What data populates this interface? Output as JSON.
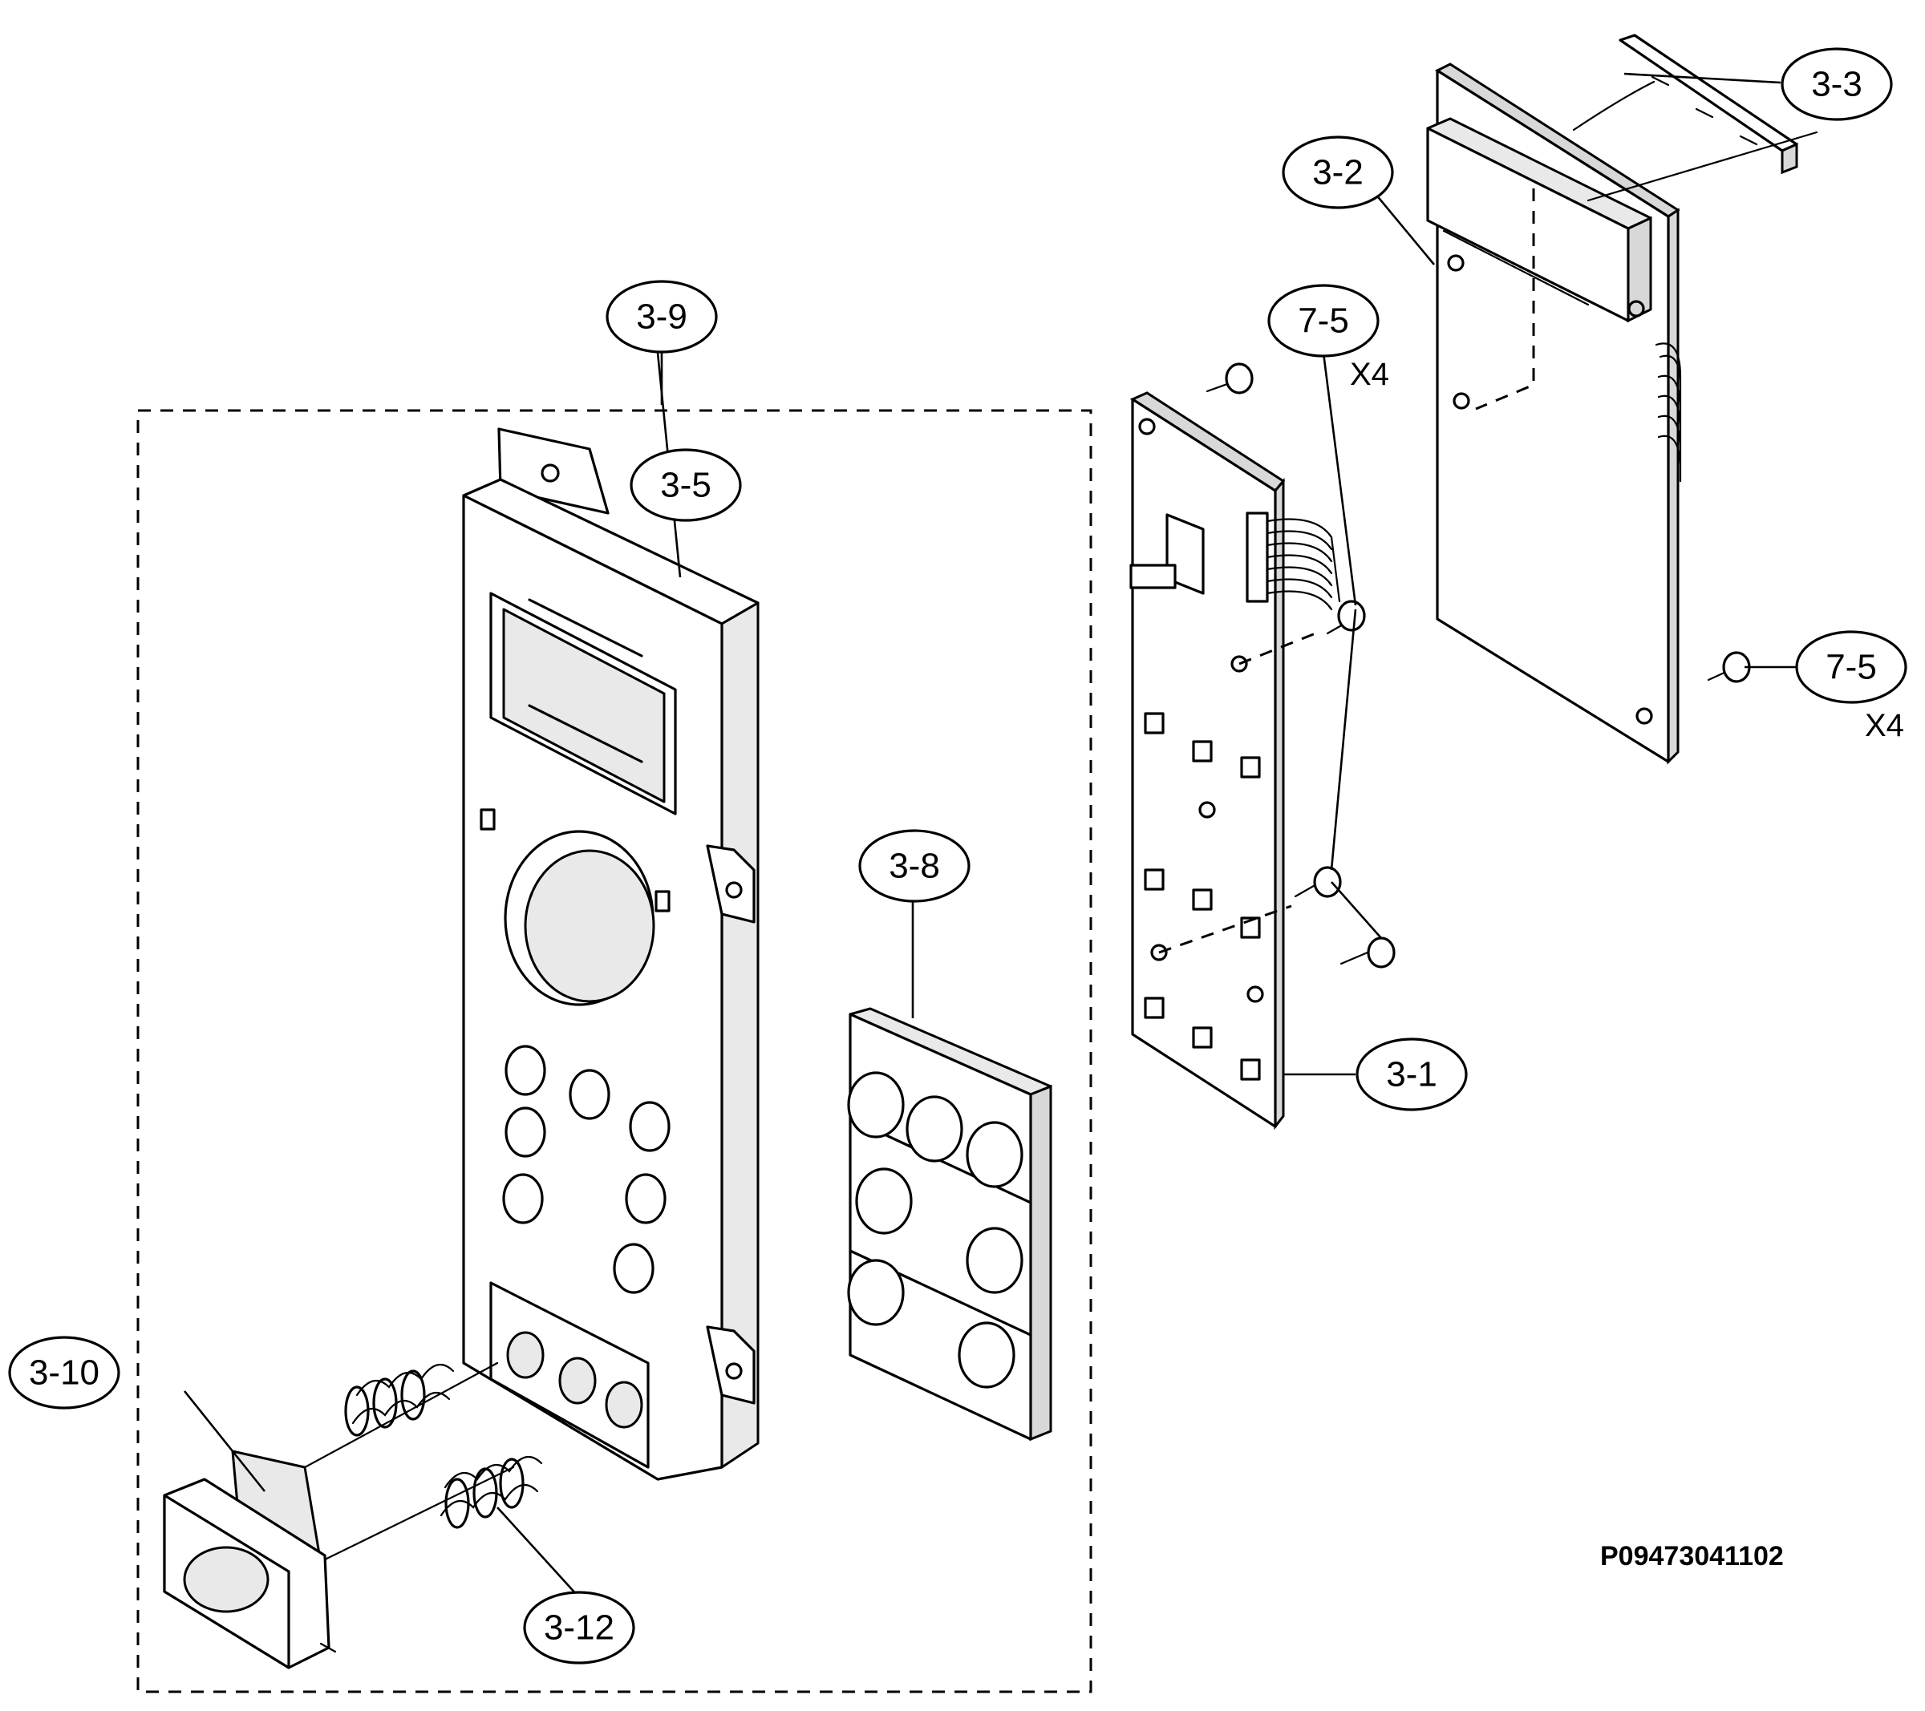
{
  "callouts": {
    "c3_1": "3-1",
    "c3_2": "3-2",
    "c3_3": "3-3",
    "c3_5": "3-5",
    "c3_8": "3-8",
    "c3_9": "3-9",
    "c3_10": "3-10",
    "c3_12": "3-12",
    "c7_5a": "7-5",
    "c7_5b": "7-5"
  },
  "quantities": {
    "q7_5a": "X4",
    "q7_5b": "X4"
  },
  "drawing_code": "P09473041102"
}
